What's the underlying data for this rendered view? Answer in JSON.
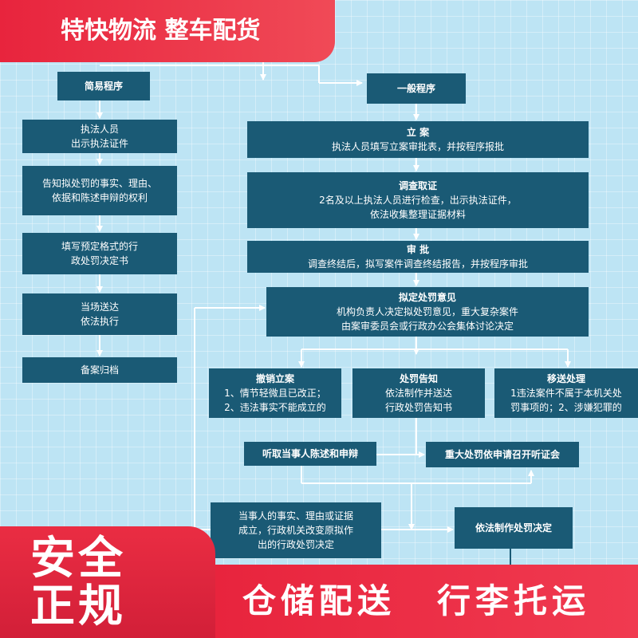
{
  "top_banner": "特快物流 整车配货",
  "bottom_left_lines": [
    "安全",
    "正规"
  ],
  "bottom_right": [
    "仓储配送",
    "行李托运"
  ],
  "simple": {
    "header": "简易程序",
    "steps": [
      [
        "执法人员",
        "出示执法证件"
      ],
      [
        "告知拟处罚的事实、理由、",
        "依据和陈述申辩的权利"
      ],
      [
        "填写预定格式的行",
        "政处罚决定书"
      ],
      [
        "当场送达",
        "依法执行"
      ],
      [
        "备案归档"
      ]
    ]
  },
  "general": {
    "header": "一般程序",
    "filing": {
      "title": "立 案",
      "body": [
        "执法人员填写立案审批表，并按程序报批"
      ]
    },
    "investigation": {
      "title": "调查取证",
      "body": [
        "2名及以上执法人员进行检查，出示执法证件，",
        "依法收集整理证据材料"
      ]
    },
    "approval": {
      "title": "审 批",
      "body": [
        "调查终结后，拟写案件调查终结报告，并按程序审批"
      ]
    },
    "opinion": {
      "title": "拟定处罚意见",
      "body": [
        "机构负责人决定拟处罚意见，重大复杂案件",
        "由案审委员会或行政办公会集体讨论决定"
      ]
    },
    "withdraw": {
      "title": "撤销立案",
      "body": [
        "1、情节轻微且已改正；",
        "2、违法事实不能成立的"
      ]
    },
    "notice": {
      "title": "处罚告知",
      "body": [
        "依法制作并送达",
        "行政处罚告知书"
      ]
    },
    "transfer": {
      "title": "移送处理",
      "body": [
        "1违法案件不属于本机关处",
        "罚事项的；2、涉嫌犯罪的"
      ]
    },
    "hear_statement": "听取当事人陈述和申辩",
    "hearing": "重大处罚依申请召开听证会",
    "change": [
      "当事人的事实、理由或证据",
      "成立，行政机关改变原拟作",
      "出的行政处罚决定"
    ],
    "decision": "依法制作处罚决定"
  },
  "colors": {
    "box": "#1a5a75",
    "background": "#bde4f4",
    "accent_red": "#e8243d"
  }
}
